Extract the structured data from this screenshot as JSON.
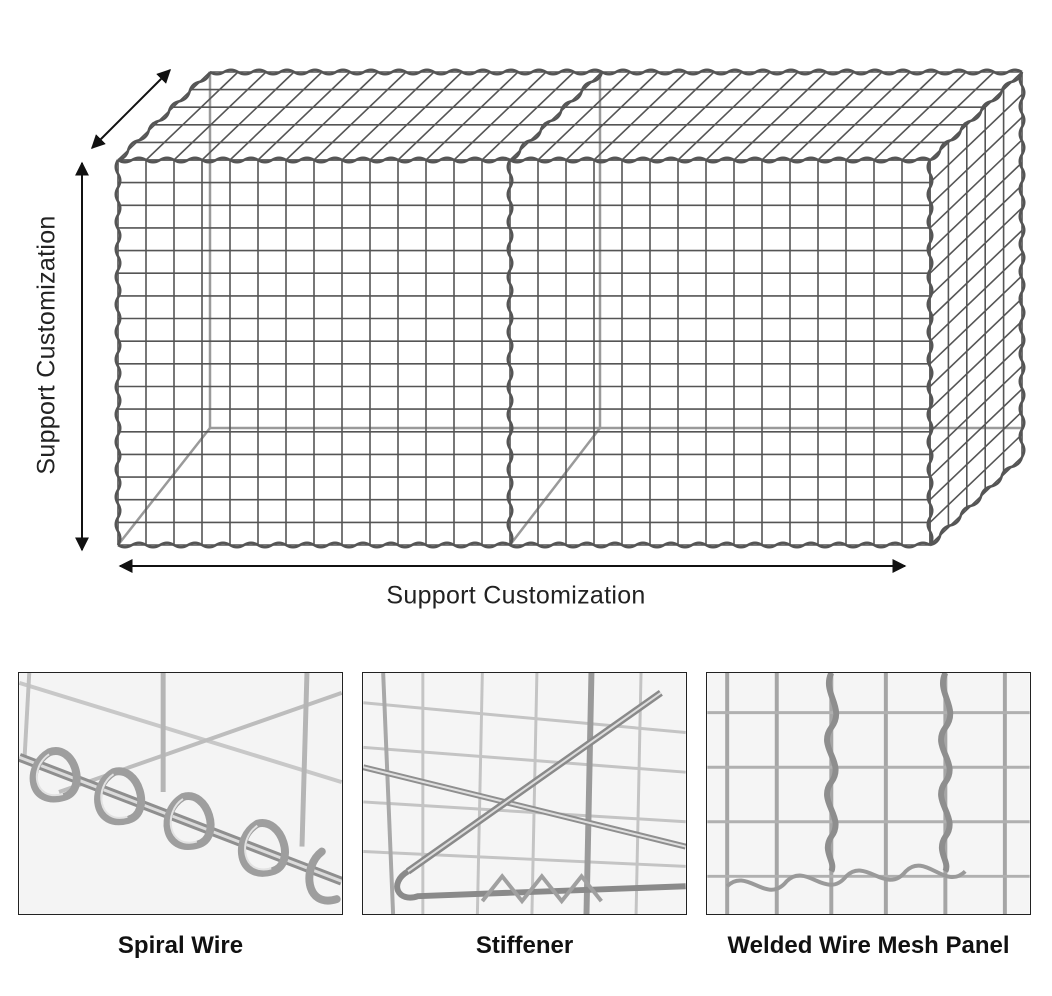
{
  "diagram": {
    "height_label": "Support Customization",
    "width_label": "Support Customization"
  },
  "details": [
    {
      "caption": "Spiral Wire"
    },
    {
      "caption": "Stiffener"
    },
    {
      "caption": "Welded Wire Mesh Panel"
    }
  ],
  "colors": {
    "wire_dark": "#555555",
    "wire_light": "#9a9a9a",
    "arrow": "#111111"
  }
}
